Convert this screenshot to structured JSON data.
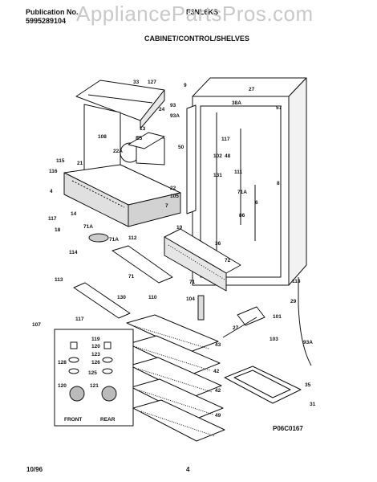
{
  "header": {
    "publication_label": "Publication No.",
    "publication_number": "5995289104",
    "model": "F3NL6KS",
    "watermark": "AppliancePartsPros.com",
    "section_title": "CABINET/CONTROL/SHELVES"
  },
  "inset": {
    "front_label": "FRONT",
    "rear_label": "REAR"
  },
  "footer": {
    "date": "10/96",
    "page": "4",
    "drawing_code": "P06C0167"
  },
  "callouts": [
    "33",
    "127",
    "9",
    "27",
    "24",
    "93",
    "93A",
    "13",
    "15",
    "57",
    "38A",
    "108",
    "50",
    "117",
    "102",
    "48",
    "22A",
    "21",
    "115",
    "116",
    "8",
    "4",
    "14",
    "117",
    "22",
    "105",
    "131",
    "111",
    "71A",
    "7",
    "71A",
    "6",
    "86",
    "112",
    "10",
    "36",
    "18",
    "114",
    "71A",
    "72",
    "113",
    "71",
    "71",
    "110",
    "118",
    "104",
    "130",
    "29",
    "107",
    "117",
    "119",
    "120",
    "123",
    "126",
    "125",
    "128",
    "27",
    "101",
    "121",
    "43",
    "103",
    "120",
    "42",
    "93A",
    "42",
    "35",
    "49",
    "31"
  ]
}
